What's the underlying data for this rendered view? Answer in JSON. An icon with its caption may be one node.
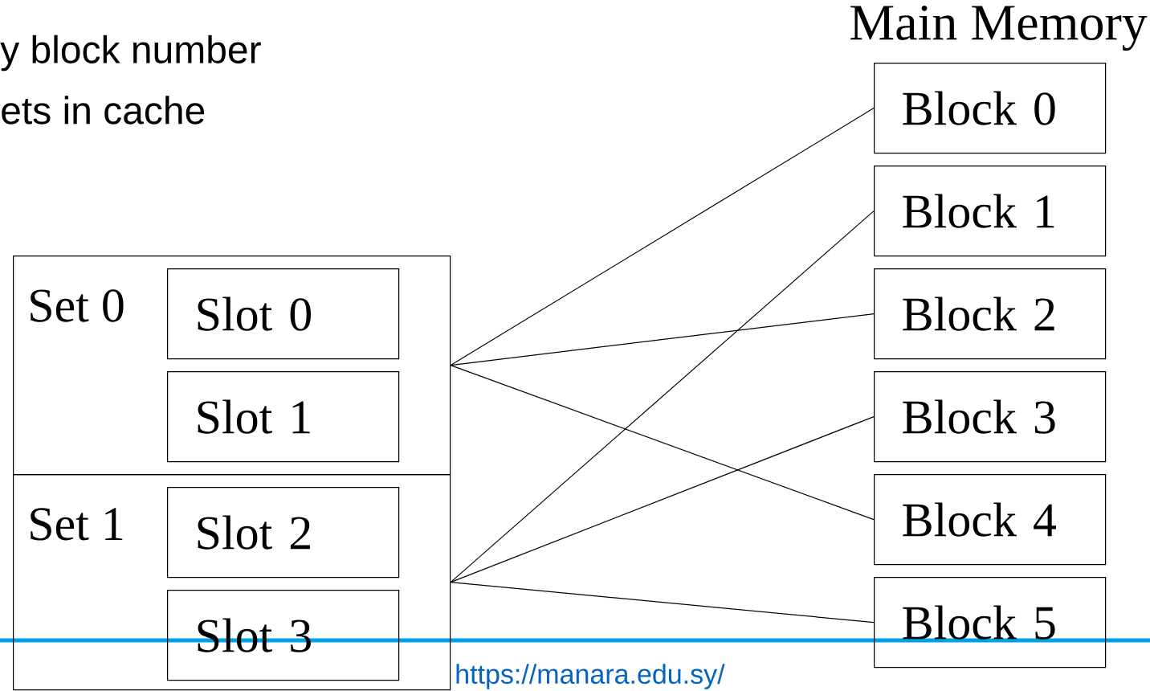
{
  "diagram": {
    "nodes": [
      {
        "text": [
          "Set 0"
        ]
      },
      {
        "text": [
          "Slot 0"
        ],
        "in": 0
      },
      {
        "text": [
          "Slot 1"
        ],
        "in": 0
      },
      {
        "text": [
          "Set 1"
        ]
      },
      {
        "text": [
          "Slot 2"
        ],
        "in": 3
      },
      {
        "text": [
          "Slot 3"
        ],
        "in": 3
      },
      {
        "text": [
          "Block 0"
        ]
      },
      {
        "text": [
          "Block 1"
        ]
      },
      {
        "text": [
          "Block 2"
        ]
      },
      {
        "text": [
          "Block 3"
        ]
      },
      {
        "text": [
          "Block 4"
        ]
      },
      {
        "text": [
          "Block 5"
        ]
      }
    ],
    "edges": [
      {
        "from": 0,
        "to": 6,
        "arrow": "none"
      },
      {
        "from": 0,
        "to": 8,
        "arrow": "none"
      },
      {
        "from": 0,
        "to": 10,
        "arrow": "none"
      },
      {
        "from": 3,
        "to": 7,
        "arrow": "none"
      },
      {
        "from": 3,
        "to": 9,
        "arrow": "none"
      },
      {
        "from": 3,
        "to": 11,
        "arrow": "none"
      }
    ],
    "labels": [
      "y block number",
      "ets in cache",
      "Main Memory",
      "https://manara.edu.sy/"
    ]
  }
}
